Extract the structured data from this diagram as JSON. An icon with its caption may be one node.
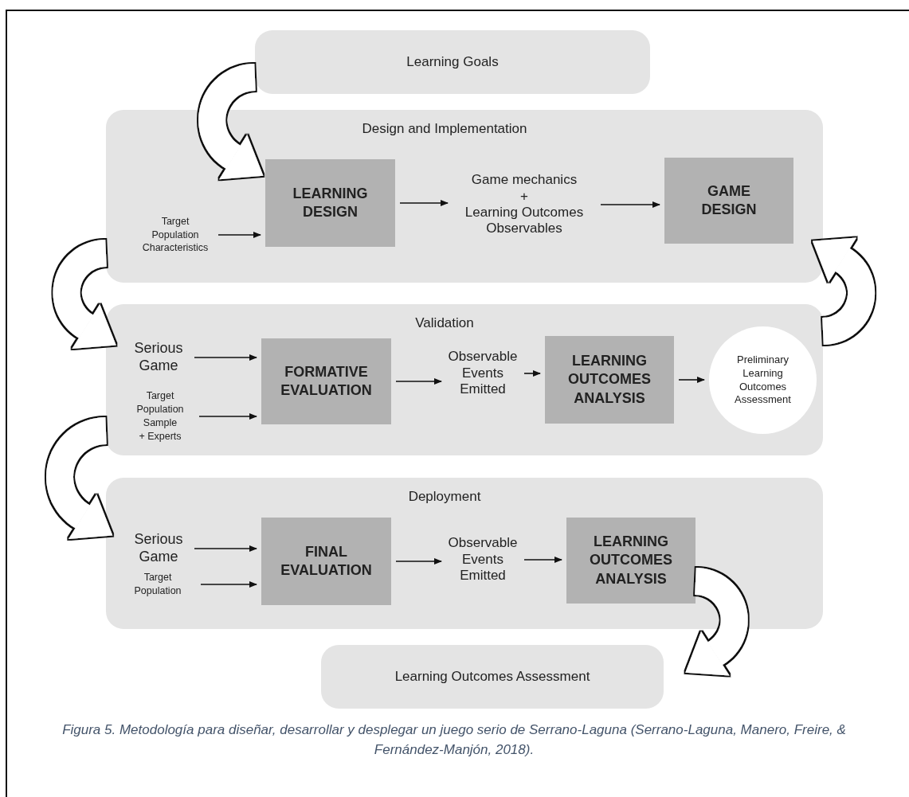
{
  "diagram": {
    "caption": "Figura 5. Metodología para diseñar, desarrollar y desplegar un juego serio de Serrano-Laguna (Serrano-Laguna, Manero, Freire, & Fernández-Manjón, 2018).",
    "nodes": [
      {
        "text": [
          "Learning Goals"
        ]
      },
      {
        "text": [
          "Design and Implementation"
        ]
      },
      {
        "text": [
          "Target Population Characteristics"
        ],
        "in": 1
      },
      {
        "text": [
          "LEARNING DESIGN"
        ],
        "in": 1
      },
      {
        "text": [
          "Game mechanics",
          "+",
          "Learning Outcomes Observables"
        ],
        "in": 1
      },
      {
        "text": [
          "GAME DESIGN"
        ],
        "in": 1
      },
      {
        "text": [
          "Validation"
        ]
      },
      {
        "text": [
          "Serious Game"
        ],
        "in": 6
      },
      {
        "text": [
          "Target Population Sample",
          "+ Experts"
        ],
        "in": 6
      },
      {
        "text": [
          "FORMATIVE EVALUATION"
        ],
        "in": 6
      },
      {
        "text": [
          "Observable Events Emitted"
        ],
        "in": 6
      },
      {
        "text": [
          "LEARNING OUTCOMES ANALYSIS"
        ],
        "in": 6
      },
      {
        "text": [
          "Preliminary Learning Outcomes Assessment"
        ],
        "in": 6
      },
      {
        "text": [
          "Deployment"
        ]
      },
      {
        "text": [
          "Serious Game"
        ],
        "in": 13
      },
      {
        "text": [
          "Target Population"
        ],
        "in": 13
      },
      {
        "text": [
          "FINAL EVALUATION"
        ],
        "in": 13
      },
      {
        "text": [
          "Observable Events Emitted"
        ],
        "in": 13
      },
      {
        "text": [
          "LEARNING OUTCOMES ANALYSIS"
        ],
        "in": 13
      },
      {
        "text": [
          "Learning Outcomes Assessment"
        ]
      }
    ],
    "edges": [
      {
        "from": 0,
        "to": 3,
        "arrow": "to",
        "style": "thick",
        "color": "#ffffff"
      },
      {
        "from": 2,
        "to": 3,
        "arrow": "to"
      },
      {
        "from": 3,
        "to": 4,
        "arrow": "to"
      },
      {
        "from": 4,
        "to": 5,
        "arrow": "to"
      },
      {
        "from": 1,
        "to": 7,
        "arrow": "to",
        "style": "thick",
        "color": "#ffffff"
      },
      {
        "from": 6,
        "to": 5,
        "arrow": "to",
        "style": "thick",
        "color": "#ffffff"
      },
      {
        "from": 7,
        "to": 9,
        "arrow": "to"
      },
      {
        "from": 8,
        "to": 9,
        "arrow": "to"
      },
      {
        "from": 9,
        "to": 10,
        "arrow": "to"
      },
      {
        "from": 10,
        "to": 11,
        "arrow": "to"
      },
      {
        "from": 11,
        "to": 12,
        "arrow": "to"
      },
      {
        "from": 6,
        "to": 14,
        "arrow": "to",
        "style": "thick",
        "color": "#ffffff"
      },
      {
        "from": 14,
        "to": 16,
        "arrow": "to"
      },
      {
        "from": 15,
        "to": 16,
        "arrow": "to"
      },
      {
        "from": 16,
        "to": 17,
        "arrow": "to"
      },
      {
        "from": 17,
        "to": 18,
        "arrow": "to"
      },
      {
        "from": 18,
        "to": 19,
        "arrow": "to",
        "style": "thick",
        "color": "#ffffff"
      }
    ]
  }
}
